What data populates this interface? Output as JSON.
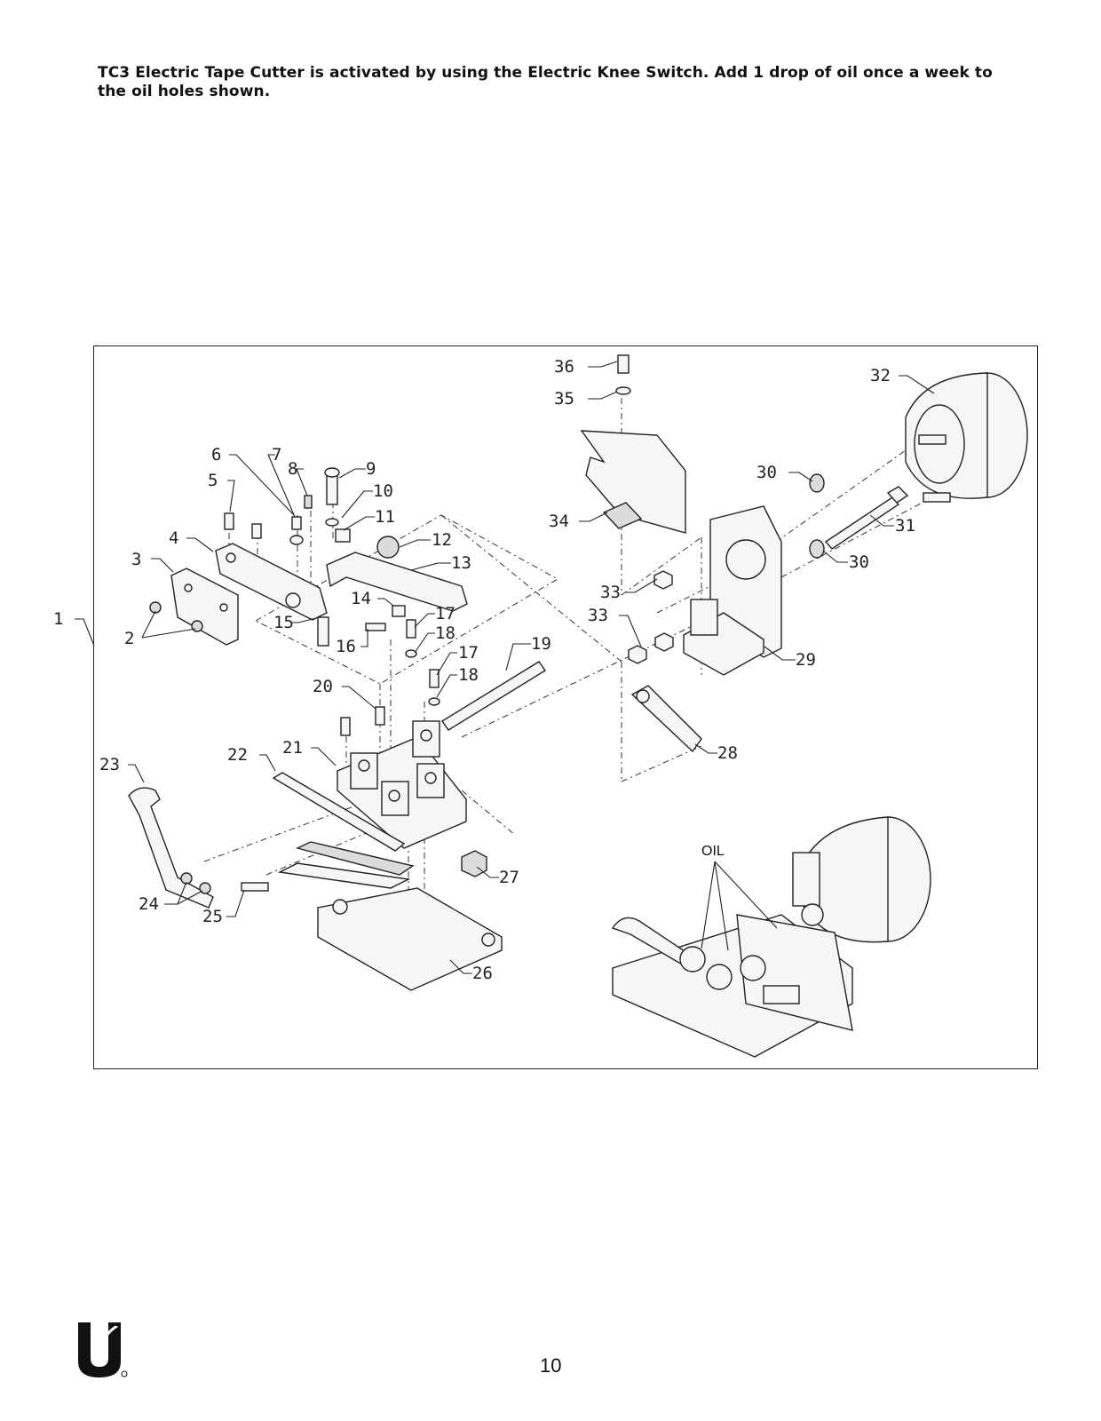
{
  "intro": {
    "text": "TC3 Electric Tape Cutter is activated by using the Electric Knee Switch.  Add 1 drop of oil once a week to the oil holes shown."
  },
  "diagram": {
    "callouts": [
      "1",
      "2",
      "3",
      "4",
      "5",
      "6",
      "7",
      "8",
      "9",
      "10",
      "11",
      "12",
      "13",
      "14",
      "15",
      "16",
      "17",
      "18",
      "17",
      "18",
      "19",
      "20",
      "21",
      "22",
      "23",
      "24",
      "25",
      "26",
      "27",
      "28",
      "29",
      "30",
      "30",
      "31",
      "32",
      "33",
      "33",
      "34",
      "35",
      "36"
    ],
    "oil_label": "OIL"
  },
  "footer": {
    "page_number": "10",
    "logo_icon": "u-logo-icon"
  }
}
